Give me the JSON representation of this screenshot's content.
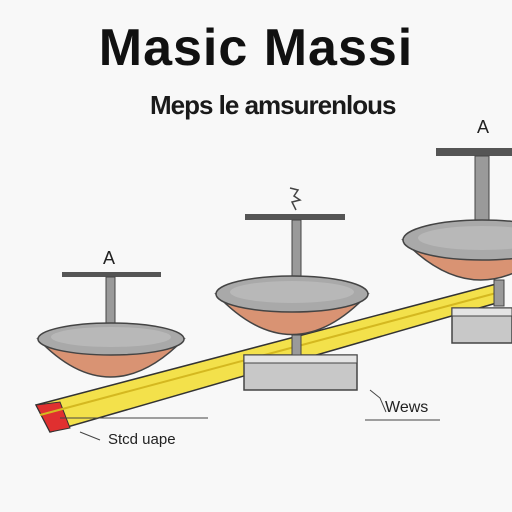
{
  "title": "Masic Massi",
  "subtitle": "Meps le amsurenlous",
  "labels": {
    "left_pan_marker": "A",
    "right_pan_marker": "A",
    "bottom_left": "Stcd uape",
    "bottom_right": "Wews"
  },
  "colors": {
    "pan_top": "#a9a9a9",
    "pan_body": "#d99373",
    "beam": "#f3e14b",
    "beam_tip": "#e03030",
    "stand": "#8a8a8a",
    "base": "#c8c8c8"
  }
}
